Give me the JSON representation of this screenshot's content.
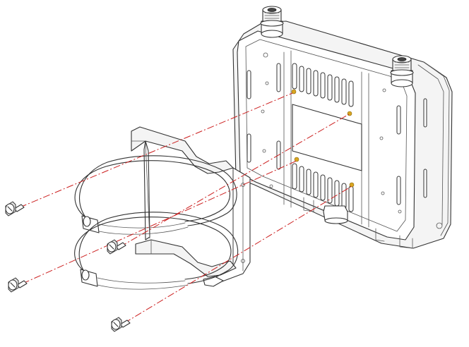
{
  "figure": {
    "kind": "exploded assembly line drawing",
    "parts": [
      "outdoor-radio-enclosure",
      "n-type-antenna-connector-1",
      "n-type-antenna-connector-2",
      "pole-mount-bracket",
      "pole-clamp-strap-upper",
      "pole-clamp-strap-lower",
      "mounting-screw-1",
      "mounting-screw-2",
      "mounting-screw-3",
      "mounting-screw-4"
    ],
    "colors": {
      "line": "#333333",
      "guide": "#cc1f1f",
      "highlight": "#d9a521",
      "background": "#ffffff"
    }
  }
}
